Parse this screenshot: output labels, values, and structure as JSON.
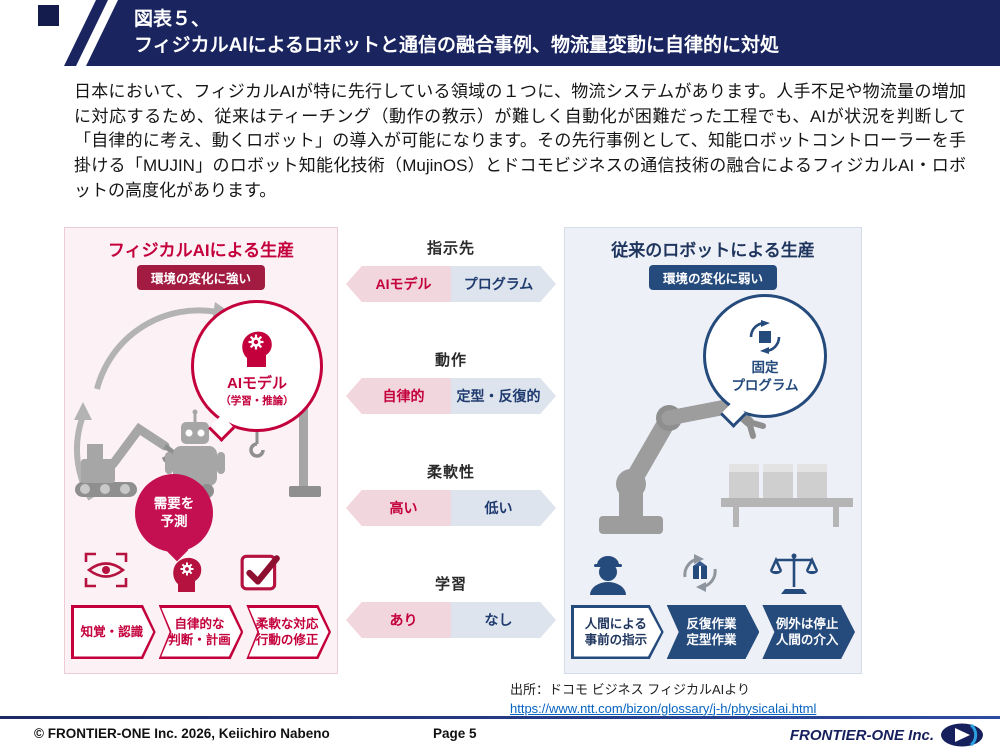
{
  "header": {
    "title_line1": "図表５、",
    "title_line2": "フィジカルAIによるロボットと通信の融合事例、物流量変動に自律的に対処"
  },
  "intro": {
    "text": "日本において、フィジカルAIが特に先行している領域の１つに、物流システムがあります。人手不足や物流量の増加に対応するため、従来はティーチング（動作の教示）が難しく自動化が困難だった工程でも、AIが状況を判断して「自律的に考え、動くロボット」の導入が可能になります。その先行事例として、知能ロボットコントローラーを手掛ける「MUJIN」のロボット知能化技術（MujinOS）とドコモビジネスの通信技術の融合によるフィジカルAI・ロボットの高度化があります。"
  },
  "diagram": {
    "left": {
      "title": "フィジカルAIによる生産",
      "badge": "環境の変化に強い",
      "circle_label_1": "AIモデル",
      "circle_label_2": "（学習・推論）",
      "bubble": "需要を\n予測",
      "steps": [
        "知覚・認識",
        "自律的な\n判断・計画",
        "柔軟な対応\n行動の修正"
      ]
    },
    "middle": {
      "rows": [
        {
          "label": "指示先",
          "left": "AIモデル",
          "right": "プログラム"
        },
        {
          "label": "動作",
          "left": "自律的",
          "right": "定型・反復的"
        },
        {
          "label": "柔軟性",
          "left": "高い",
          "right": "低い"
        },
        {
          "label": "学習",
          "left": "あり",
          "right": "なし"
        }
      ]
    },
    "right": {
      "title": "従来のロボットによる生産",
      "badge": "環境の変化に弱い",
      "circle_label": "固定\nプログラム",
      "steps": [
        "人間による\n事前の指示",
        "反復作業\n定型作業",
        "例外は停止\n人間の介入"
      ]
    }
  },
  "source": {
    "label": "出所：ドコモ ビジネス フィジカルAIより",
    "url": "https://www.ntt.com/bizon/glossary/j-h/physicalai.html"
  },
  "footer": {
    "copyright": "© FRONTIER-ONE Inc. 2026,  Keiichiro  Nabeno",
    "page": "Page 5",
    "logo_text": "FRONTIER-ONE Inc."
  },
  "colors": {
    "header_navy": "#1a2560",
    "accent_red": "#c3003c",
    "badge_dark_red": "#a21c42",
    "bubble_red": "#c41050",
    "navy": "#254a7c",
    "panel_pink": "#fcf1f4",
    "panel_blue": "#edf1f7",
    "link_blue": "#0563c1"
  },
  "icons": {
    "left_panel": [
      "ai-head-gear-icon",
      "robots-illustration",
      "perception-eye-icon",
      "judgment-head-gear-icon",
      "checkbox-check-icon"
    ],
    "right_panel": [
      "program-cycle-icon",
      "robot-arm-conveyor-illustration",
      "worker-helmet-icon",
      "repeat-cycle-box-icon",
      "balance-scale-icon"
    ],
    "footer": [
      "frontier-one-ellipse-arrow-logo"
    ]
  }
}
